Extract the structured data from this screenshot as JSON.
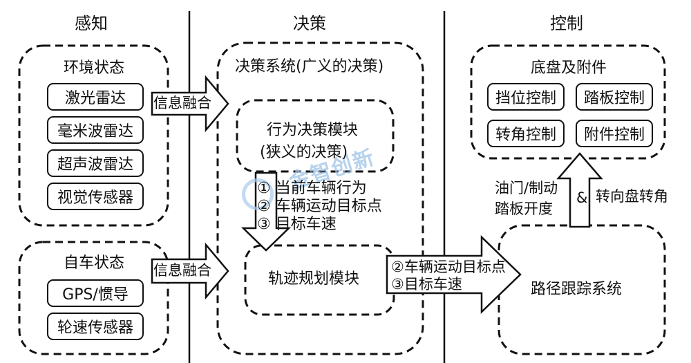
{
  "columns": {
    "perception": "感知",
    "decision": "决策",
    "control": "控制"
  },
  "perception": {
    "env_title": "环境状态",
    "env_items": [
      "激光雷达",
      "毫米波雷达",
      "超声波雷达",
      "视觉传感器"
    ],
    "ego_title": "自车状态",
    "ego_items": [
      "GPS/惯导",
      "轮速传感器"
    ],
    "fusion_label_1": "信息融合",
    "fusion_label_2": "信息融合"
  },
  "decision": {
    "system_title": "决策系统(广义的决策)",
    "behavior_line1": "行为决策模块",
    "behavior_line2": "(狭义的决策)",
    "outputs": [
      "① 当前车辆行为",
      "② 车辆运动目标点",
      "③ 目标车速"
    ],
    "trajectory_module": "轨迹规划模块",
    "to_tracking": [
      "②车辆运动目标点",
      "③目标车速"
    ]
  },
  "control": {
    "chassis_title": "底盘及附件",
    "chassis_items": [
      "挡位控制",
      "踏板控制",
      "转角控制",
      "附件控制"
    ],
    "tracking_system": "路径跟踪系统",
    "pedal_line1": "油门/制动",
    "pedal_line2": "踏板开度",
    "amp": "&",
    "steer": "转向盘转角"
  },
  "watermark": "金智创新",
  "colors": {
    "line": "#111111",
    "watermark": "#9fc3e6"
  }
}
